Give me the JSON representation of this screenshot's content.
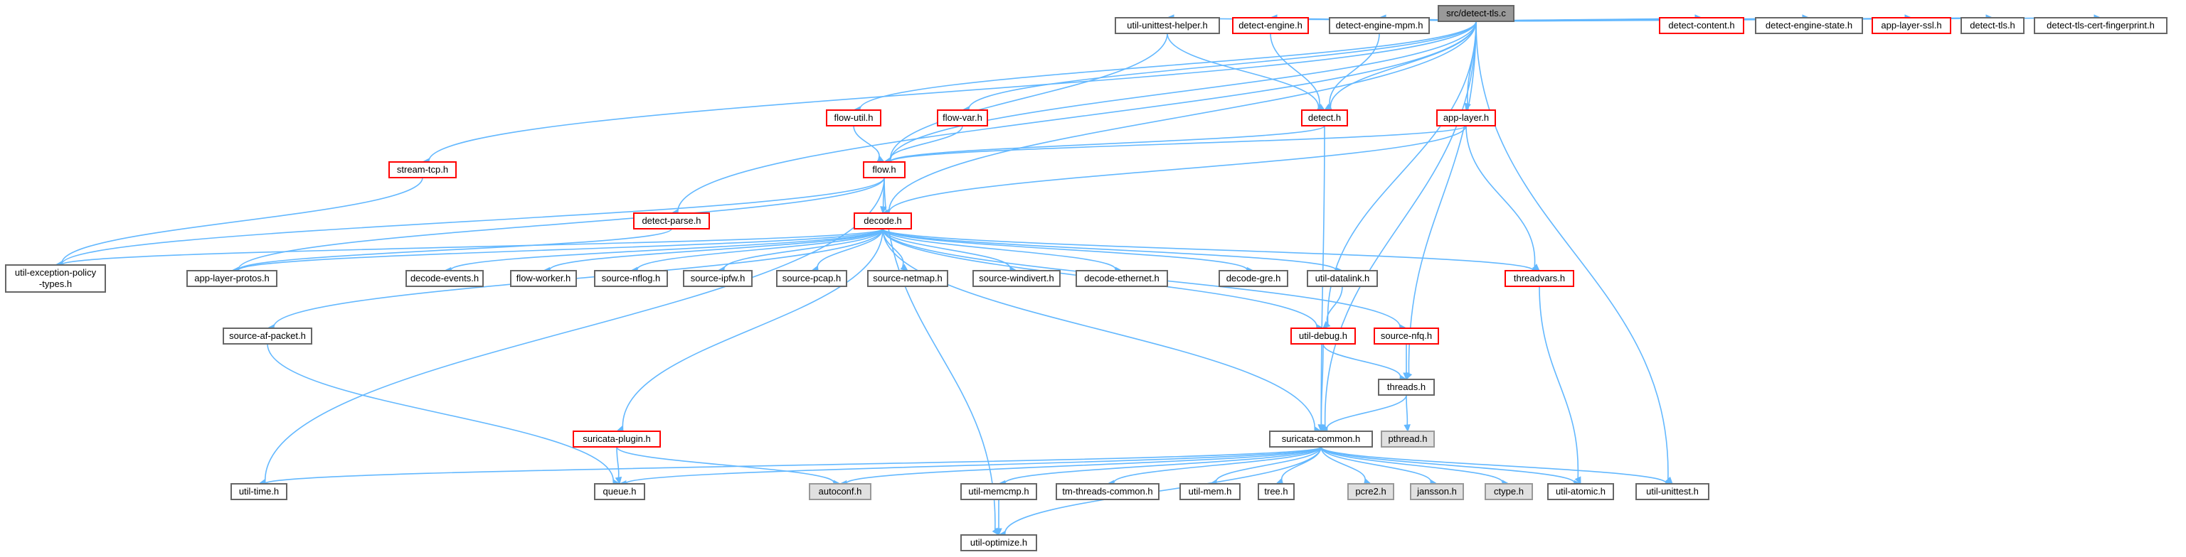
{
  "colors": {
    "edge": "#63b8ff",
    "border_normal": "#666666",
    "border_truncated": "#ff0000",
    "fill_normal": "#ffffff",
    "fill_root": "#999999",
    "fill_external": "#e0e0e0"
  },
  "nodes": [
    {
      "id": "detect_tls_c",
      "label": [
        "src/detect-tls.c"
      ],
      "style": "root"
    },
    {
      "id": "util_unittest_helper_h",
      "label": [
        "util-unittest-helper.h"
      ],
      "style": "normal"
    },
    {
      "id": "detect_engine_h",
      "label": [
        "detect-engine.h"
      ],
      "style": "truncated"
    },
    {
      "id": "detect_engine_mpm_h",
      "label": [
        "detect-engine-mpm.h"
      ],
      "style": "normal"
    },
    {
      "id": "detect_content_h",
      "label": [
        "detect-content.h"
      ],
      "style": "truncated"
    },
    {
      "id": "detect_engine_state_h",
      "label": [
        "detect-engine-state.h"
      ],
      "style": "normal"
    },
    {
      "id": "app_layer_ssl_h",
      "label": [
        "app-layer-ssl.h"
      ],
      "style": "truncated"
    },
    {
      "id": "detect_tls_h",
      "label": [
        "detect-tls.h"
      ],
      "style": "normal"
    },
    {
      "id": "detect_tls_cert_fingerprint_h",
      "label": [
        "detect-tls-cert-fingerprint.h"
      ],
      "style": "normal"
    },
    {
      "id": "flow_util_h",
      "label": [
        "flow-util.h"
      ],
      "style": "truncated"
    },
    {
      "id": "flow_var_h",
      "label": [
        "flow-var.h"
      ],
      "style": "truncated"
    },
    {
      "id": "detect_h",
      "label": [
        "detect.h"
      ],
      "style": "truncated"
    },
    {
      "id": "app_layer_h",
      "label": [
        "app-layer.h"
      ],
      "style": "truncated"
    },
    {
      "id": "stream_tcp_h",
      "label": [
        "stream-tcp.h"
      ],
      "style": "truncated"
    },
    {
      "id": "flow_h",
      "label": [
        "flow.h"
      ],
      "style": "truncated"
    },
    {
      "id": "detect_parse_h",
      "label": [
        "detect-parse.h"
      ],
      "style": "truncated"
    },
    {
      "id": "decode_h",
      "label": [
        "decode.h"
      ],
      "style": "truncated"
    },
    {
      "id": "util_exception_policy_types_h",
      "label": [
        "util-exception-policy",
        "-types.h"
      ],
      "style": "normal"
    },
    {
      "id": "app_layer_protos_h",
      "label": [
        "app-layer-protos.h"
      ],
      "style": "normal"
    },
    {
      "id": "decode_events_h",
      "label": [
        "decode-events.h"
      ],
      "style": "normal"
    },
    {
      "id": "flow_worker_h",
      "label": [
        "flow-worker.h"
      ],
      "style": "normal"
    },
    {
      "id": "source_nflog_h",
      "label": [
        "source-nflog.h"
      ],
      "style": "normal"
    },
    {
      "id": "source_ipfw_h",
      "label": [
        "source-ipfw.h"
      ],
      "style": "normal"
    },
    {
      "id": "source_pcap_h",
      "label": [
        "source-pcap.h"
      ],
      "style": "normal"
    },
    {
      "id": "source_netmap_h",
      "label": [
        "source-netmap.h"
      ],
      "style": "normal"
    },
    {
      "id": "source_windivert_h",
      "label": [
        "source-windivert.h"
      ],
      "style": "normal"
    },
    {
      "id": "decode_ethernet_h",
      "label": [
        "decode-ethernet.h"
      ],
      "style": "normal"
    },
    {
      "id": "decode_gre_h",
      "label": [
        "decode-gre.h"
      ],
      "style": "normal"
    },
    {
      "id": "util_datalink_h",
      "label": [
        "util-datalink.h"
      ],
      "style": "normal"
    },
    {
      "id": "threadvars_h",
      "label": [
        "threadvars.h"
      ],
      "style": "truncated"
    },
    {
      "id": "source_af_packet_h",
      "label": [
        "source-af-packet.h"
      ],
      "style": "normal"
    },
    {
      "id": "util_debug_h",
      "label": [
        "util-debug.h"
      ],
      "style": "truncated"
    },
    {
      "id": "source_nfq_h",
      "label": [
        "source-nfq.h"
      ],
      "style": "truncated"
    },
    {
      "id": "threads_h",
      "label": [
        "threads.h"
      ],
      "style": "normal"
    },
    {
      "id": "suricata_plugin_h",
      "label": [
        "suricata-plugin.h"
      ],
      "style": "truncated"
    },
    {
      "id": "suricata_common_h",
      "label": [
        "suricata-common.h"
      ],
      "style": "normal"
    },
    {
      "id": "pthread_h",
      "label": [
        "pthread.h"
      ],
      "style": "external"
    },
    {
      "id": "util_time_h",
      "label": [
        "util-time.h"
      ],
      "style": "normal"
    },
    {
      "id": "queue_h",
      "label": [
        "queue.h"
      ],
      "style": "normal"
    },
    {
      "id": "autoconf_h",
      "label": [
        "autoconf.h"
      ],
      "style": "external"
    },
    {
      "id": "util_memcmp_h",
      "label": [
        "util-memcmp.h"
      ],
      "style": "normal"
    },
    {
      "id": "tm_threads_common_h",
      "label": [
        "tm-threads-common.h"
      ],
      "style": "normal"
    },
    {
      "id": "util_mem_h",
      "label": [
        "util-mem.h"
      ],
      "style": "normal"
    },
    {
      "id": "tree_h",
      "label": [
        "tree.h"
      ],
      "style": "normal"
    },
    {
      "id": "pcre2_h",
      "label": [
        "pcre2.h"
      ],
      "style": "external"
    },
    {
      "id": "jansson_h",
      "label": [
        "jansson.h"
      ],
      "style": "external"
    },
    {
      "id": "ctype_h",
      "label": [
        "ctype.h"
      ],
      "style": "external"
    },
    {
      "id": "util_atomic_h",
      "label": [
        "util-atomic.h"
      ],
      "style": "normal"
    },
    {
      "id": "util_unittest_h",
      "label": [
        "util-unittest.h"
      ],
      "style": "normal"
    },
    {
      "id": "util_optimize_h",
      "label": [
        "util-optimize.h"
      ],
      "style": "normal"
    }
  ],
  "edges": [
    [
      "detect_tls_c",
      "util_unittest_helper_h"
    ],
    [
      "detect_tls_c",
      "detect_engine_h"
    ],
    [
      "detect_tls_c",
      "detect_engine_mpm_h"
    ],
    [
      "detect_tls_c",
      "detect_content_h"
    ],
    [
      "detect_tls_c",
      "detect_engine_state_h"
    ],
    [
      "detect_tls_c",
      "app_layer_ssl_h"
    ],
    [
      "detect_tls_c",
      "detect_tls_h"
    ],
    [
      "detect_tls_c",
      "detect_tls_cert_fingerprint_h"
    ],
    [
      "detect_tls_c",
      "flow_util_h"
    ],
    [
      "detect_tls_c",
      "flow_var_h"
    ],
    [
      "detect_tls_c",
      "detect_h"
    ],
    [
      "detect_tls_c",
      "app_layer_h"
    ],
    [
      "detect_tls_c",
      "stream_tcp_h"
    ],
    [
      "detect_tls_c",
      "flow_h"
    ],
    [
      "detect_tls_c",
      "detect_parse_h"
    ],
    [
      "detect_tls_c",
      "decode_h"
    ],
    [
      "detect_tls_c",
      "util_debug_h"
    ],
    [
      "detect_tls_c",
      "threads_h"
    ],
    [
      "detect_tls_c",
      "suricata_common_h"
    ],
    [
      "detect_tls_c",
      "util_unittest_h"
    ],
    [
      "util_unittest_helper_h",
      "flow_h"
    ],
    [
      "util_unittest_helper_h",
      "detect_h"
    ],
    [
      "detect_engine_h",
      "detect_h"
    ],
    [
      "detect_engine_mpm_h",
      "detect_h"
    ],
    [
      "flow_util_h",
      "flow_h"
    ],
    [
      "flow_var_h",
      "flow_h"
    ],
    [
      "detect_h",
      "flow_h"
    ],
    [
      "detect_h",
      "suricata_common_h"
    ],
    [
      "app_layer_h",
      "flow_h"
    ],
    [
      "app_layer_h",
      "decode_h"
    ],
    [
      "app_layer_h",
      "threadvars_h"
    ],
    [
      "stream_tcp_h",
      "util_exception_policy_types_h"
    ],
    [
      "flow_h",
      "decode_h"
    ],
    [
      "flow_h",
      "util_exception_policy_types_h"
    ],
    [
      "flow_h",
      "app_layer_protos_h"
    ],
    [
      "flow_h",
      "util_time_h"
    ],
    [
      "flow_h",
      "util_optimize_h"
    ],
    [
      "detect_parse_h",
      "app_layer_protos_h"
    ],
    [
      "decode_h",
      "util_exception_policy_types_h"
    ],
    [
      "decode_h",
      "app_layer_protos_h"
    ],
    [
      "decode_h",
      "decode_events_h"
    ],
    [
      "decode_h",
      "flow_worker_h"
    ],
    [
      "decode_h",
      "source_nflog_h"
    ],
    [
      "decode_h",
      "source_ipfw_h"
    ],
    [
      "decode_h",
      "source_pcap_h"
    ],
    [
      "decode_h",
      "source_netmap_h"
    ],
    [
      "decode_h",
      "source_windivert_h"
    ],
    [
      "decode_h",
      "decode_ethernet_h"
    ],
    [
      "decode_h",
      "decode_gre_h"
    ],
    [
      "decode_h",
      "util_datalink_h"
    ],
    [
      "decode_h",
      "threadvars_h"
    ],
    [
      "decode_h",
      "source_af_packet_h"
    ],
    [
      "decode_h",
      "util_debug_h"
    ],
    [
      "decode_h",
      "source_nfq_h"
    ],
    [
      "decode_h",
      "suricata_plugin_h"
    ],
    [
      "decode_h",
      "suricata_common_h"
    ],
    [
      "util_datalink_h",
      "util_debug_h"
    ],
    [
      "threadvars_h",
      "util_atomic_h"
    ],
    [
      "source_af_packet_h",
      "queue_h"
    ],
    [
      "util_debug_h",
      "threads_h"
    ],
    [
      "util_debug_h",
      "suricata_common_h"
    ],
    [
      "source_nfq_h",
      "threads_h"
    ],
    [
      "threads_h",
      "suricata_common_h"
    ],
    [
      "threads_h",
      "pthread_h"
    ],
    [
      "suricata_plugin_h",
      "queue_h"
    ],
    [
      "suricata_plugin_h",
      "autoconf_h"
    ],
    [
      "suricata_common_h",
      "util_time_h"
    ],
    [
      "suricata_common_h",
      "queue_h"
    ],
    [
      "suricata_common_h",
      "autoconf_h"
    ],
    [
      "suricata_common_h",
      "util_memcmp_h"
    ],
    [
      "suricata_common_h",
      "tm_threads_common_h"
    ],
    [
      "suricata_common_h",
      "util_mem_h"
    ],
    [
      "suricata_common_h",
      "tree_h"
    ],
    [
      "suricata_common_h",
      "pcre2_h"
    ],
    [
      "suricata_common_h",
      "jansson_h"
    ],
    [
      "suricata_common_h",
      "ctype_h"
    ],
    [
      "suricata_common_h",
      "util_atomic_h"
    ],
    [
      "suricata_common_h",
      "util_unittest_h"
    ],
    [
      "suricata_common_h",
      "util_optimize_h"
    ],
    [
      "util_memcmp_h",
      "util_optimize_h"
    ]
  ]
}
